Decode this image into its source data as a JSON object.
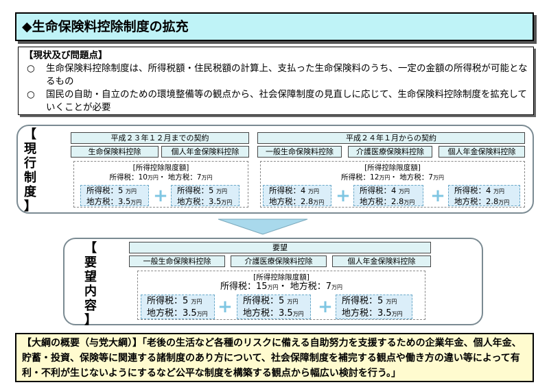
{
  "title": "◆生命保険料控除制度の拡充",
  "issues": {
    "heading": "【現状及び問題点】",
    "marker": "○",
    "items": [
      "生命保険料控除制度は、所得税額・住民税額の計算上、支払った生命保険料のうち、一定の金額の所得税が可能となるもの",
      "国民の自助・自立のための環境整備等の観点から、社会保障制度の見直しに応じて、生命保険料控除制度を拡充していくことが必要"
    ]
  },
  "current": {
    "label_lines": [
      "【",
      "現",
      "行",
      "制",
      "度",
      "】"
    ],
    "old": {
      "period": "平成２３年１２月までの契約",
      "categories": [
        "生命保険料控除",
        "個人年金保険料控除"
      ],
      "limit_title": "[所得控除限度額]",
      "limit_line": {
        "income": "所得税：10",
        "unit1": "万円",
        "sep": "・ 地方税：7",
        "unit2": "万円"
      },
      "deductions": [
        {
          "l1": "所得税：5",
          "u1": "万円",
          "l2": "地方税：3.5",
          "u2": "万円"
        },
        {
          "l1": "所得税：5",
          "u1": "万円",
          "l2": "地方税：3.5",
          "u2": "万円"
        }
      ]
    },
    "new": {
      "period": "平成２４年１月からの契約",
      "categories": [
        "一般生命保険料控除",
        "介護医療保険料控除",
        "個人年金保険料控除"
      ],
      "limit_title": "[所得控除限度額]",
      "limit_line": {
        "income": "所得税：12",
        "unit1": "万円",
        "sep": "・ 地方税：7",
        "unit2": "万円"
      },
      "deductions": [
        {
          "l1": "所得税：4",
          "u1": "万円",
          "l2": "地方税：2.8",
          "u2": "万円"
        },
        {
          "l1": "所得税：4",
          "u1": "万円",
          "l2": "地方税：2.8",
          "u2": "万円"
        },
        {
          "l1": "所得税：4",
          "u1": "万円",
          "l2": "地方税：2.8",
          "u2": "万円"
        }
      ]
    }
  },
  "request": {
    "label_lines": [
      "【",
      "要",
      "望",
      "内",
      "容",
      "】"
    ],
    "header": "要望",
    "categories": [
      "一般生命保険料控除",
      "介護医療保険料控除",
      "個人年金保険料控除"
    ],
    "limit_title": "[所得控除限度額]",
    "limit_line": {
      "income": "所得税：15",
      "unit1": "万円",
      "sep": "・ 地方税：7",
      "unit2": "万円"
    },
    "deductions": [
      {
        "l1": "所得税：5",
        "u1": "万円",
        "l2": "地方税：3.5",
        "u2": "万円"
      },
      {
        "l1": "所得税：5",
        "u1": "万円",
        "l2": "地方税：3.5",
        "u2": "万円"
      },
      {
        "l1": "所得税：5",
        "u1": "万円",
        "l2": "地方税：3.5",
        "u2": "万円"
      }
    ]
  },
  "plus_sign": "+",
  "outline": {
    "text": "【大綱の概要（与党大綱）】「老後の生活など各種のリスクに備える自助努力を支援するための企業年金、個人年金、貯蓄・投資、保険等に関連する諸制度のあり方について、社会保障制度を補完する観点や働き方の違い等によって有利・不利が生じないようにするなど公平な制度を構築する観点から幅広い検討を行う。」"
  },
  "colors": {
    "title_bg": "#bff3f7",
    "header_bg": "#dff3f5",
    "deduction_bg": "#dbeef9",
    "plus": "#7fc6e2",
    "outline_bg": "#fffbcf",
    "arrow": "#a9d9ec"
  }
}
